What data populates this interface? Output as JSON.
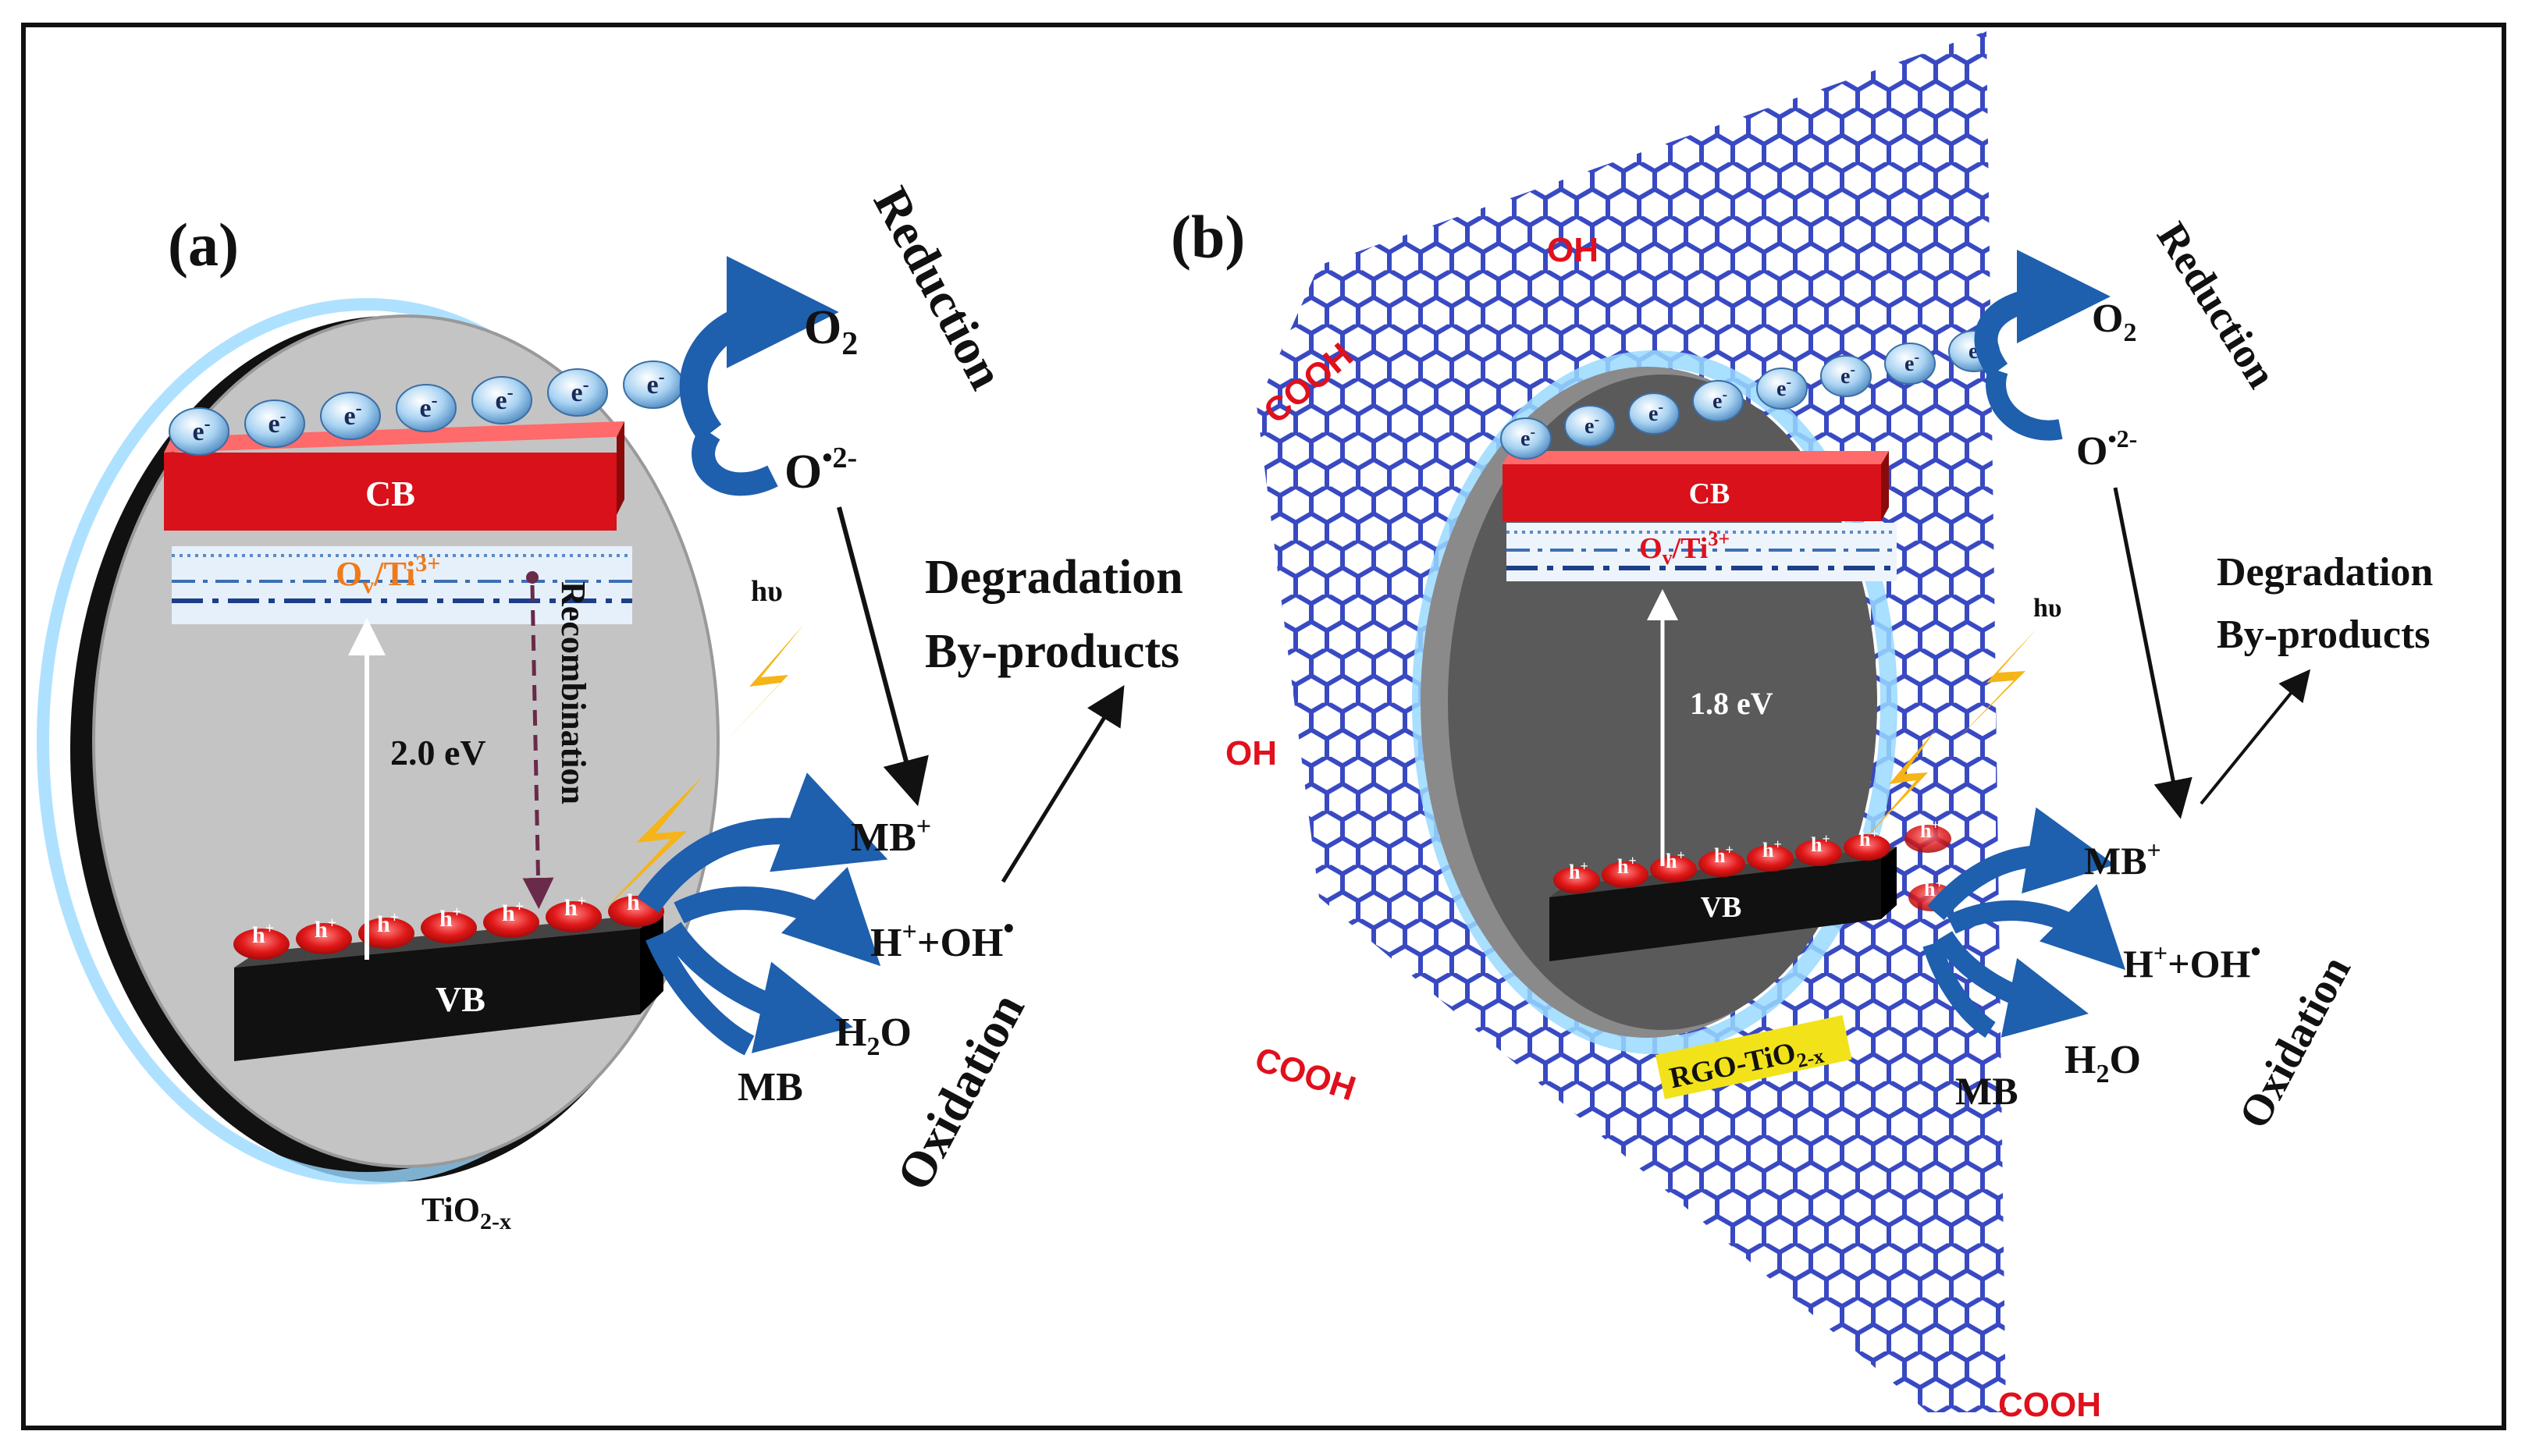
{
  "panel_a": {
    "label": "(a)",
    "cb_label": "CB",
    "vb_label": "VB",
    "defect_label": "O",
    "defect_sub": "v",
    "defect_label_rest": "/Ti",
    "defect_sup": "3+",
    "band_gap": "2.0 eV",
    "recombination": "Recombination",
    "light": "hυ",
    "material_main": "TiO",
    "material_sub": "2-x",
    "electron": "e",
    "electron_charge": "-",
    "hole": "h",
    "hole_charge": "+",
    "electron_count": 7,
    "hole_count": 7
  },
  "panel_b": {
    "label": "(b)",
    "cb_label": "CB",
    "vb_label": "VB",
    "defect_label": "O",
    "defect_sub": "v",
    "defect_label_rest": "/Ti",
    "defect_sup": "3+",
    "band_gap": "1.8 eV",
    "light": "hυ",
    "material_label": "RGO-TiO",
    "material_sub": "2-x",
    "groups": [
      "OH",
      "COOH",
      "OH",
      "COOH",
      "COOH"
    ],
    "electron_count": 8,
    "hole_count": 7
  },
  "reactions": {
    "reduction": "Reduction",
    "oxidation": "Oxidation",
    "o2_main": "O",
    "o2_sub": "2",
    "superoxide_main": "O",
    "superoxide_sup": "•2-",
    "mb_plus_main": "MB",
    "mb_plus_sup": "+",
    "hoh_a": "H",
    "hoh_b": "+",
    "hoh_c": "+OH",
    "hoh_d": "•",
    "h2o_main": "H",
    "h2o_sub": "2",
    "h2o_rest": "O",
    "mb": "MB",
    "degradation_1": "Degradation",
    "degradation_2": "By-products"
  },
  "colors": {
    "cb_red": "#d8111a",
    "vb_black": "#111111",
    "arrow_blue": "#1e5fae",
    "graphene_blue": "#2e3fbf",
    "group_red": "#e0101c",
    "electron_blue": "#8fc3ea",
    "defect_orange": "#f07a1a",
    "bolt_yellow": "#f5b417",
    "disc_a": "#c4c4c4",
    "disc_b": "#5a5a5a",
    "label_yellow": "#f2e21a",
    "recomb_arrow": "#6a2a4a"
  }
}
